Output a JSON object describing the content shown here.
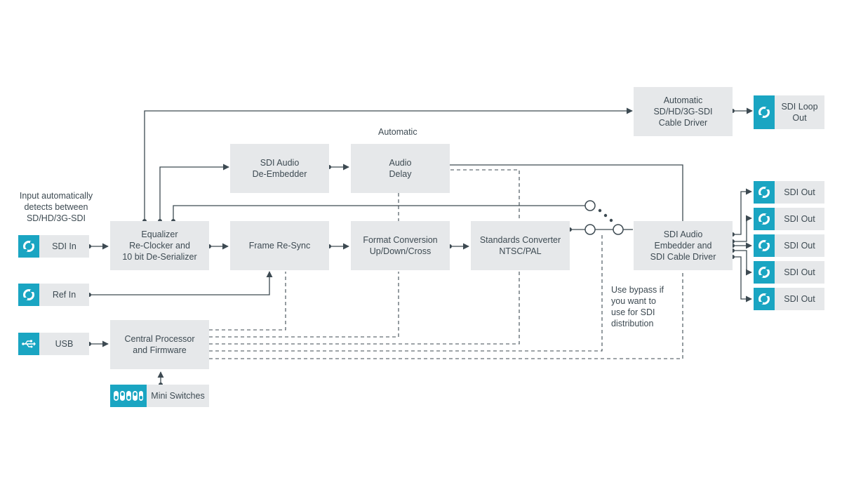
{
  "boxes": {
    "equalizer": "Equalizer\nRe-Clocker and\n10 bit De-Serializer",
    "frame_resync": "Frame Re-Sync",
    "format_conversion": "Format Conversion\nUp/Down/Cross",
    "standards_converter": "Standards Converter\nNTSC/PAL",
    "audio_deembedder": "SDI Audio\nDe-Embedder",
    "audio_delay": "Audio\nDelay",
    "cable_driver": "Automatic\nSD/HD/3G-SDI\nCable Driver",
    "audio_embedder": "SDI Audio\nEmbedder and\nSDI Cable Driver",
    "central_processor": "Central Processor\nand Firmware"
  },
  "ports": {
    "sdi_in": "SDI In",
    "ref_in": "Ref In",
    "usb": "USB",
    "mini_switches": "Mini Switches",
    "sdi_loop_out": "SDI Loop\nOut",
    "sdi_out": [
      "SDI Out",
      "SDI Out",
      "SDI Out",
      "SDI Out",
      "SDI Out"
    ]
  },
  "notes": {
    "input_note": "Input automatically\ndetects between\nSD/HD/3G-SDI",
    "automatic": "Automatic",
    "bypass_note": "Use bypass if\nyou want to\nuse for SDI\ndistribution"
  },
  "colors": {
    "accent": "#1aa5c2",
    "box": "#e6e8ea",
    "line": "#3d4a52"
  },
  "icons": {
    "sdi": "bnc-connector-icon",
    "usb": "usb-icon",
    "switches": "dip-switch-icon"
  }
}
